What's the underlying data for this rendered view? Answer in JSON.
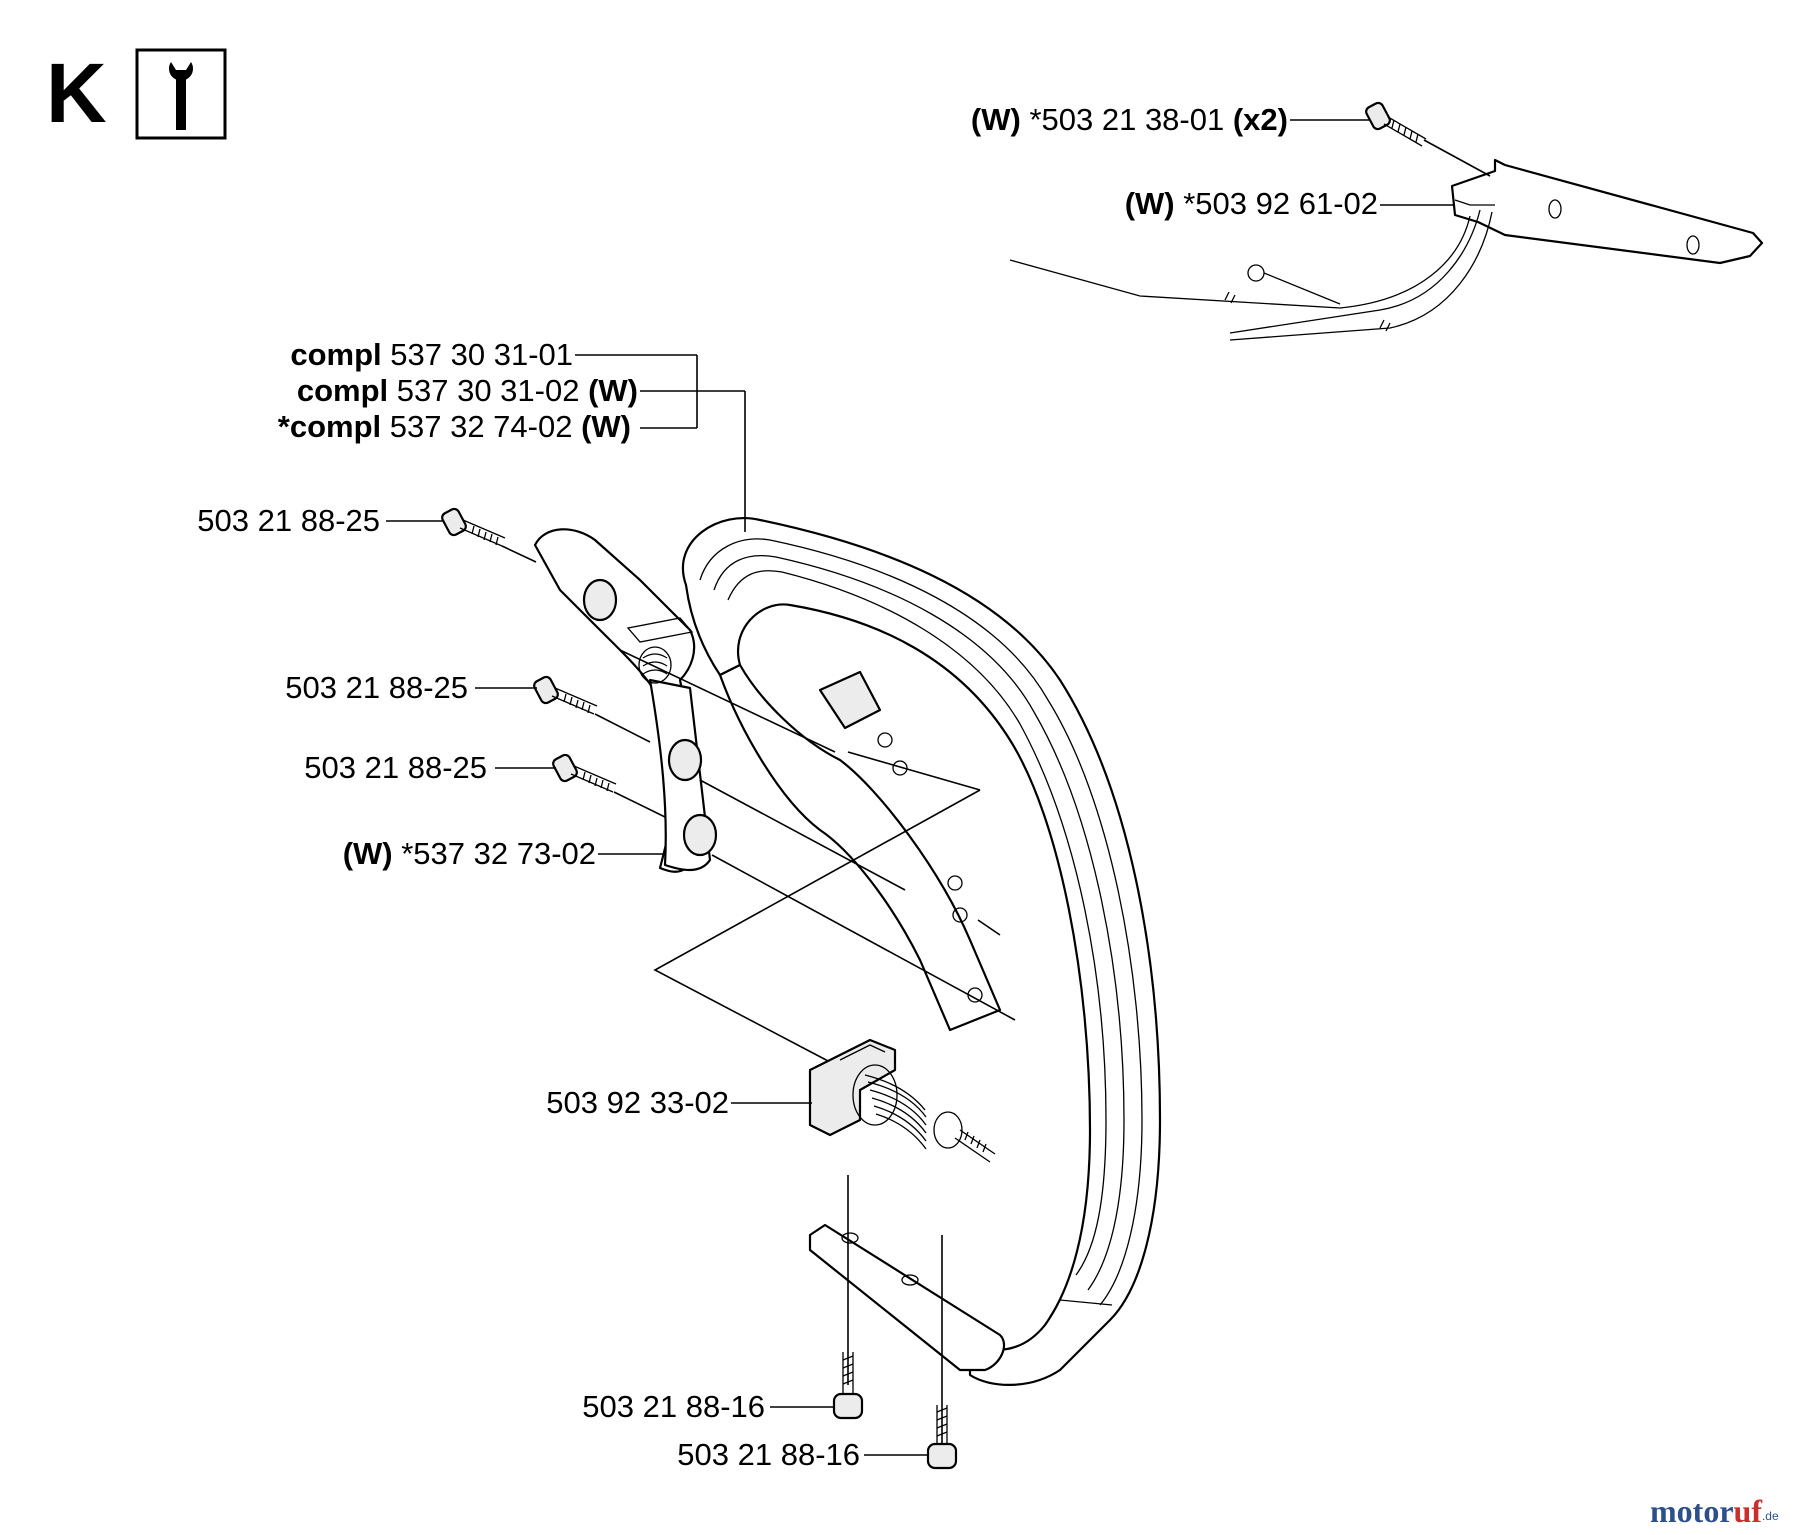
{
  "section": {
    "letter": "K"
  },
  "icons": {
    "info_wrench": "wrench-info-icon"
  },
  "labels": {
    "screw_x2": {
      "prefix": "(W)",
      "number": "*503 21 38-01",
      "suffix": "(x2)"
    },
    "bracket": {
      "prefix": "(W)",
      "number": "*503 92 61-02"
    },
    "compl_01": {
      "prefix": "compl",
      "number": "537 30 31-01"
    },
    "compl_02": {
      "prefix": "compl",
      "number": "537 30 31-02",
      "suffix": "(W)"
    },
    "compl_74": {
      "prefix": "*compl",
      "number": "537 32 74-02",
      "suffix": "(W)"
    },
    "screw_a": {
      "number": "503 21 88-25"
    },
    "screw_b": {
      "number": "503 21 88-25"
    },
    "screw_c": {
      "number": "503 21 88-25"
    },
    "plate": {
      "prefix": "(W)",
      "number": "*537 32 73-02"
    },
    "spring": {
      "number": "503 92 33-02"
    },
    "screw_d": {
      "number": "503 21 88-16"
    },
    "screw_e": {
      "number": "503 21 88-16"
    }
  },
  "watermark": {
    "brand_main": "motor",
    "brand_accent": "uf",
    "tld": ".de"
  }
}
